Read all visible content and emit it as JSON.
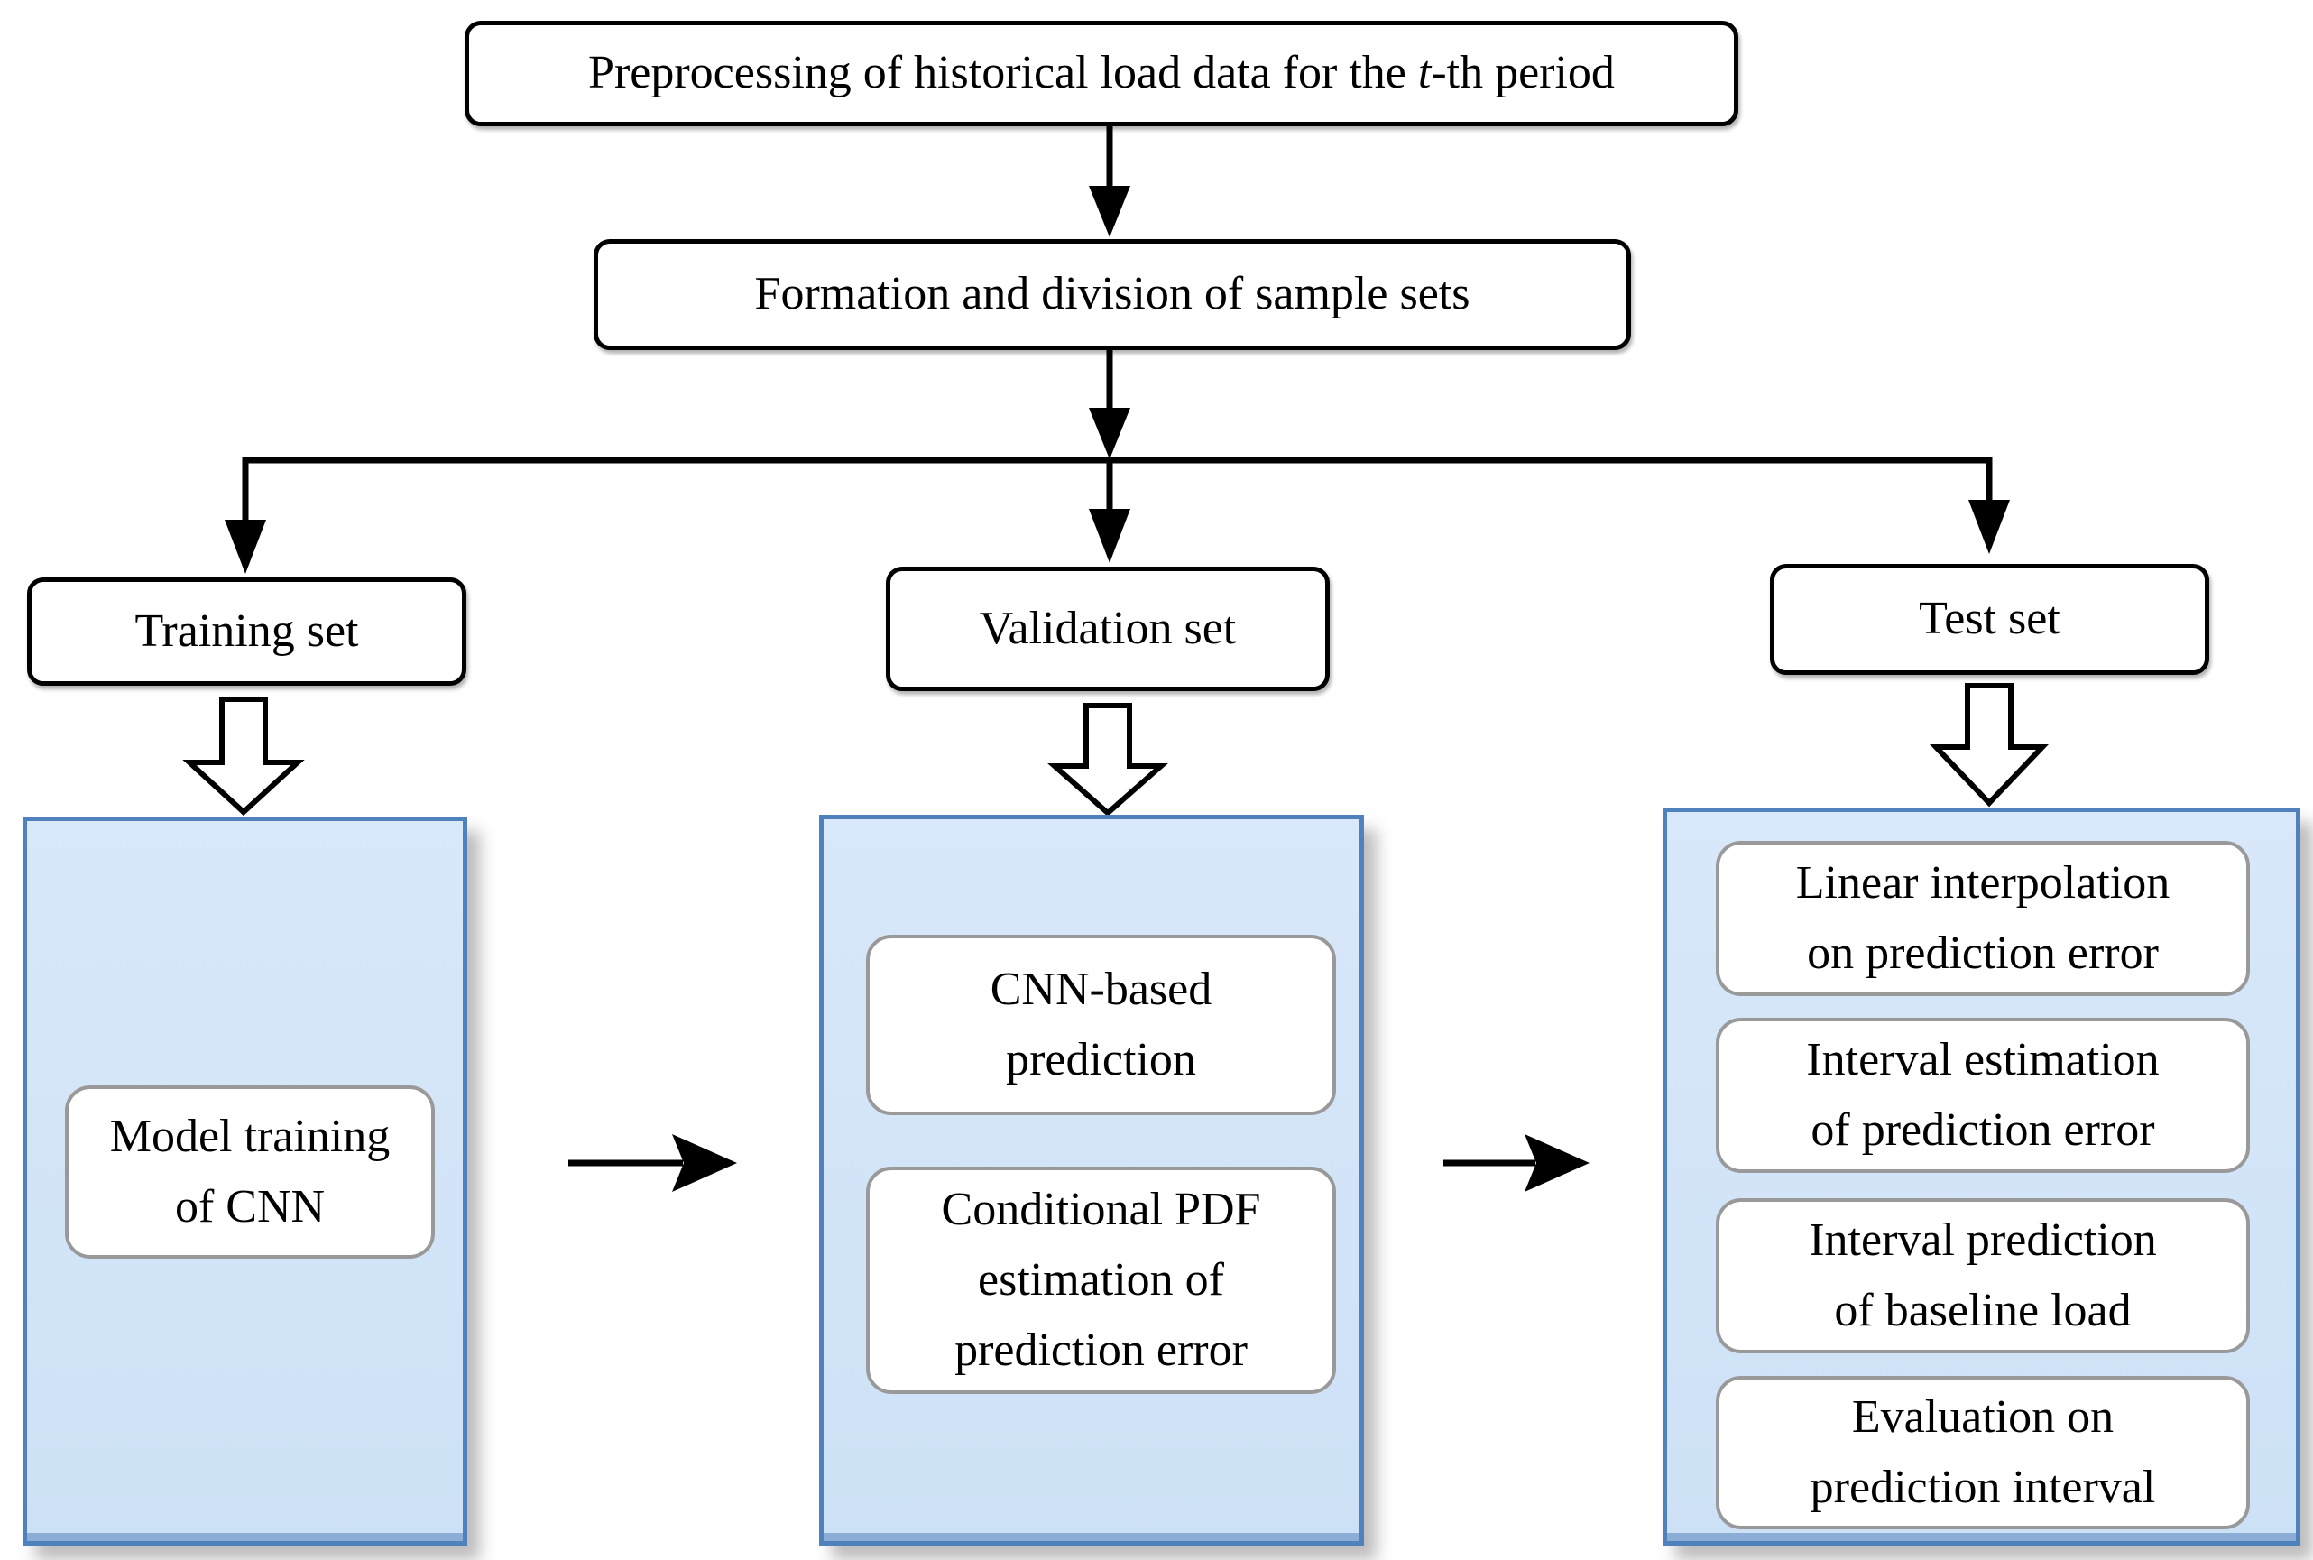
{
  "colors": {
    "background": "#ffffff",
    "panel_fill": "#d9e8fa",
    "panel_fill_bottom": "#cde1f6",
    "panel_border": "#4f81bd",
    "inner_box_border": "#999999",
    "outline_box_border": "#000000",
    "arrow_color": "#000000"
  },
  "flow": {
    "preprocess": {
      "prefix": "Preprocessing of historical load data for the ",
      "italic_var": "t",
      "suffix": "-th period"
    },
    "formation": {
      "label": "Formation and division of sample sets"
    },
    "branches": [
      {
        "set_label": "Training set",
        "steps": [
          {
            "lines": [
              "Model training",
              "of CNN"
            ]
          }
        ]
      },
      {
        "set_label": "Validation set",
        "steps": [
          {
            "lines": [
              "CNN-based",
              "prediction"
            ]
          },
          {
            "lines": [
              "Conditional PDF",
              "estimation of",
              "prediction error"
            ]
          }
        ]
      },
      {
        "set_label": "Test set",
        "steps": [
          {
            "lines": [
              "Linear interpolation",
              "on prediction error"
            ]
          },
          {
            "lines": [
              "Interval estimation",
              "of prediction error"
            ]
          },
          {
            "lines": [
              "Interval prediction",
              "of baseline load"
            ]
          },
          {
            "lines": [
              "Evaluation on",
              "prediction interval"
            ]
          }
        ]
      }
    ]
  }
}
